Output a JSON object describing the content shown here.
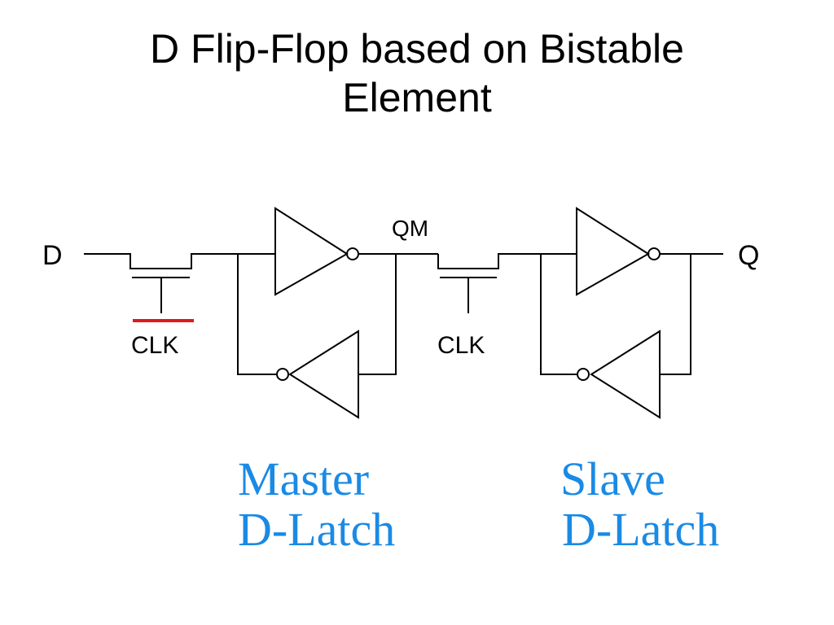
{
  "title": {
    "line1": "D Flip-Flop based on Bistable",
    "line2": "Element"
  },
  "diagram": {
    "input_label": "D",
    "output_label": "Q",
    "internal_node_label": "QM",
    "clock_label_master": "CLK",
    "clock_label_slave": "CLK",
    "wire_color": "#000000",
    "clock_bar_color": "#e0191b"
  },
  "captions": {
    "master": {
      "line1": "Master",
      "line2": "D-Latch"
    },
    "slave": {
      "line1": "Slave",
      "line2": "D-Latch"
    },
    "color": "#1a8ae5"
  }
}
